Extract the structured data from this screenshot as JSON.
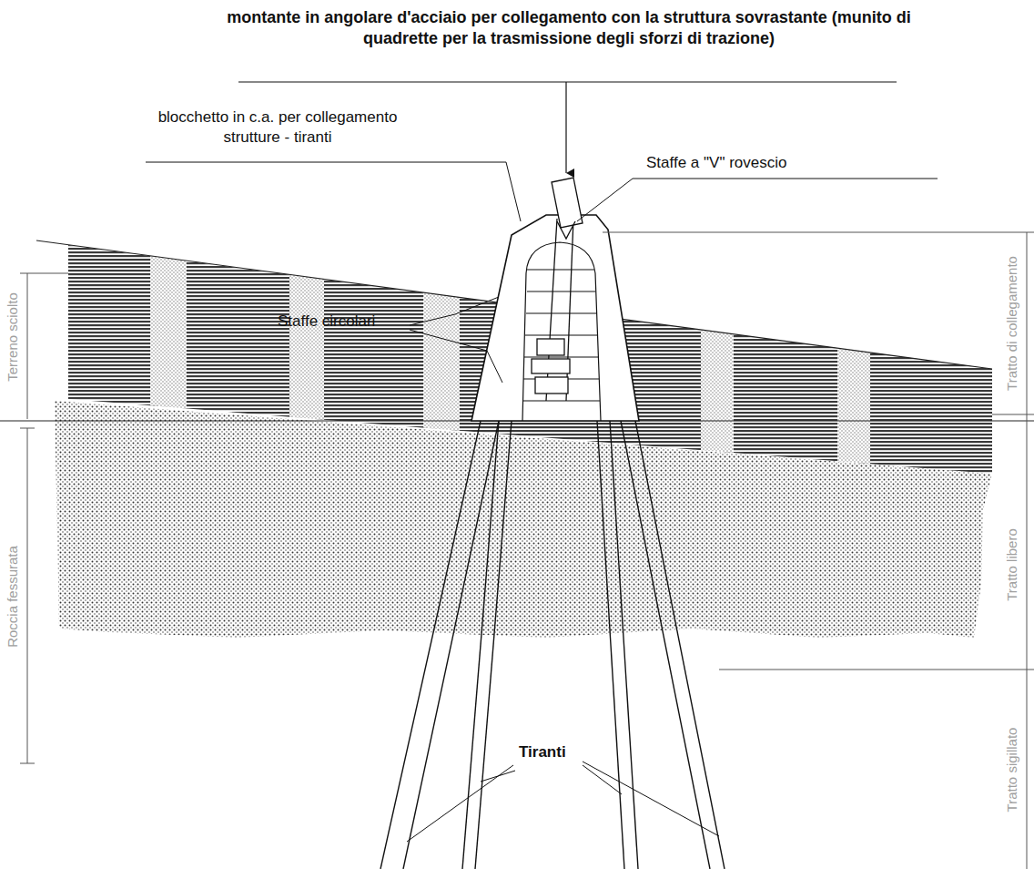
{
  "diagram": {
    "labels": [
      "montante in angolare d'acciaio per collegamento con la struttura sovrastante (munito di quadrette per la trasmissione degli sforzi di trazione)",
      "blocchetto in c.a. per collegamento strutture - tiranti",
      "Staffe a \"V\" rovescio",
      "Terreno sciolto",
      "Tratto di collegamento",
      "Staffe circolari",
      "Roccia fessurata",
      "Tratto libero",
      "Tiranti",
      "Tratto sigillato"
    ]
  }
}
